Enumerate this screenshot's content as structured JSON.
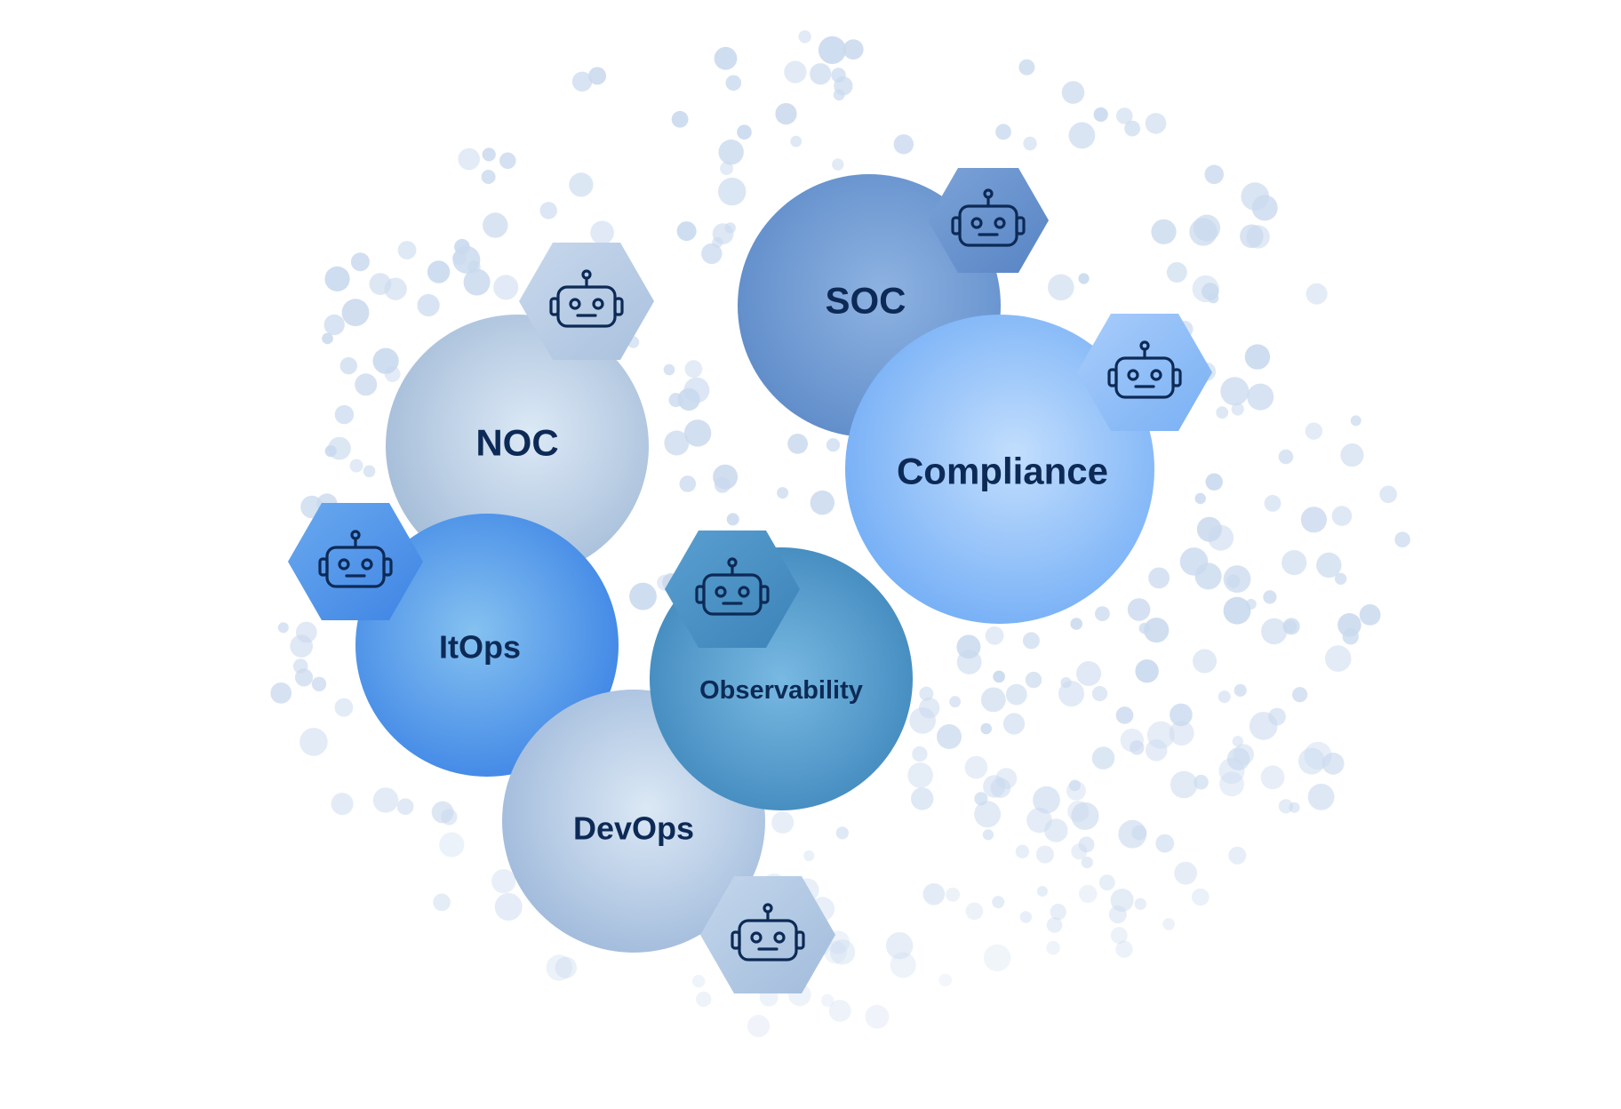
{
  "nodes": [
    {
      "id": "noc",
      "label": "NOC",
      "icon": "robot-icon",
      "colors": [
        "#dce9f6",
        "#a4bcd8"
      ]
    },
    {
      "id": "soc",
      "label": "SOC",
      "icon": "robot-icon",
      "colors": [
        "#8eb3e2",
        "#5f8cc9"
      ]
    },
    {
      "id": "compliance",
      "label": "Compliance",
      "icon": "robot-icon",
      "colors": [
        "#c2defd",
        "#74aef6"
      ]
    },
    {
      "id": "itops",
      "label": "ItOps",
      "icon": "robot-icon",
      "colors": [
        "#85c1f0",
        "#3f86e6"
      ]
    },
    {
      "id": "devops",
      "label": "DevOps",
      "icon": "robot-icon",
      "colors": [
        "#dbe8f5",
        "#a0badb"
      ]
    },
    {
      "id": "observability",
      "label": "Observability",
      "icon": "robot-icon",
      "colors": [
        "#78b9e2",
        "#3e86bb"
      ]
    }
  ],
  "colors": {
    "label": "#0d2a56",
    "dots": "#c9d9ee",
    "background": "#ffffff"
  }
}
